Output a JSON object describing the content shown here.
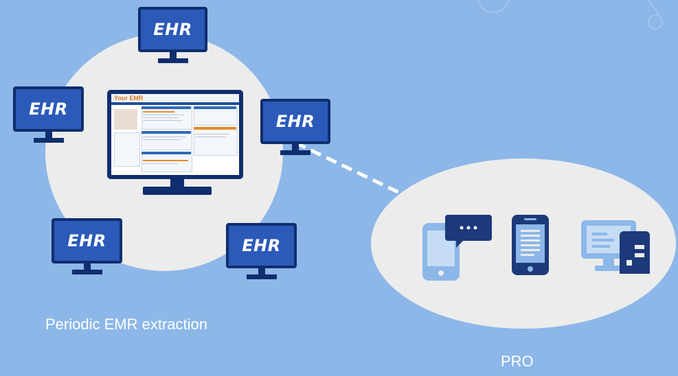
{
  "diagram": {
    "ehr_monitors": [
      {
        "label": "EHR"
      },
      {
        "label": "EHR"
      },
      {
        "label": "EHR"
      },
      {
        "label": "EHR"
      },
      {
        "label": "EHR"
      }
    ],
    "central_emr": {
      "title": "Your EMR"
    },
    "captions": {
      "left": "Periodic EMR extraction",
      "right": "PRO"
    },
    "pro_icons": [
      "chat-phone-icon",
      "mobile-document-icon",
      "computer-kiosk-icon"
    ],
    "colors": {
      "background": "#8cb7e8",
      "circle": "#ececec",
      "monitor_frame": "#0f2e6e",
      "monitor_screen": "#2c5ab8",
      "dashed_link": "#ffffff",
      "icon_light": "#8cb7e8",
      "icon_dark": "#1c3a7a"
    }
  }
}
